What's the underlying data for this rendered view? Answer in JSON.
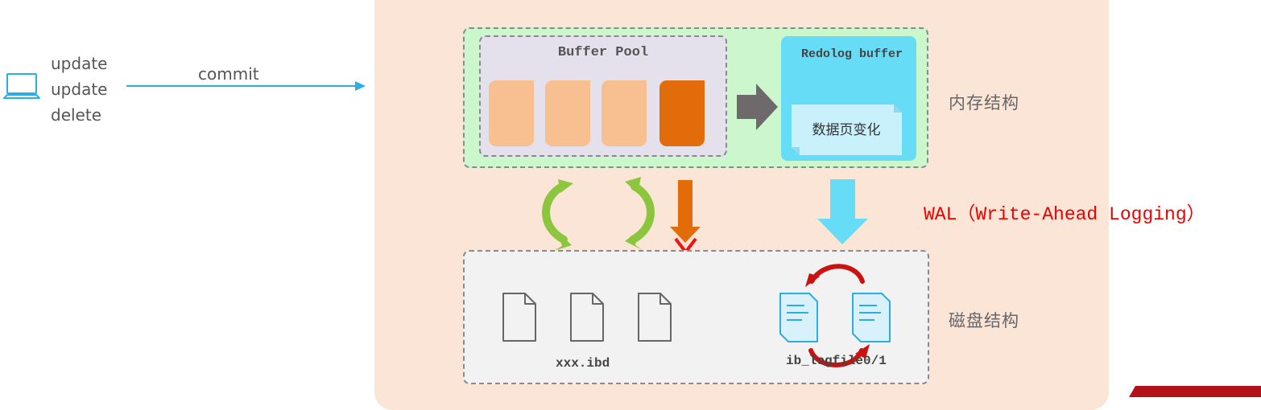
{
  "client": {
    "ops": [
      "update",
      "update",
      "delete"
    ],
    "icon": "laptop-icon",
    "commit_label": "commit"
  },
  "memory": {
    "label": "内存结构",
    "buffer_pool": {
      "title": "Buffer Pool",
      "pages": [
        {
          "state": "clean"
        },
        {
          "state": "clean"
        },
        {
          "state": "clean"
        },
        {
          "state": "dirty"
        }
      ]
    },
    "redolog_buffer": {
      "title": "Redolog buffer",
      "page_change_label": "数据页变化"
    }
  },
  "wal": {
    "label": "WAL（Write-Ahead Logging）"
  },
  "disk": {
    "label": "磁盘结构",
    "data_files_label": "xxx.ibd",
    "log_files_label": "ib_logfile0/1"
  },
  "colors": {
    "panel": "#fbe5d6",
    "memory_region": "#ccf6cc",
    "buffer_pool": "#e4e0ec",
    "clean_page": "#f8c091",
    "dirty_page": "#e36c0a",
    "redolog_buffer": "#66dcf6",
    "disk_region": "#f2f2f2",
    "wal_text": "#ee0000",
    "arrow_blue": "#29aee8",
    "cycle_green": "#8cc63f",
    "cross_red": "#ee1111"
  }
}
